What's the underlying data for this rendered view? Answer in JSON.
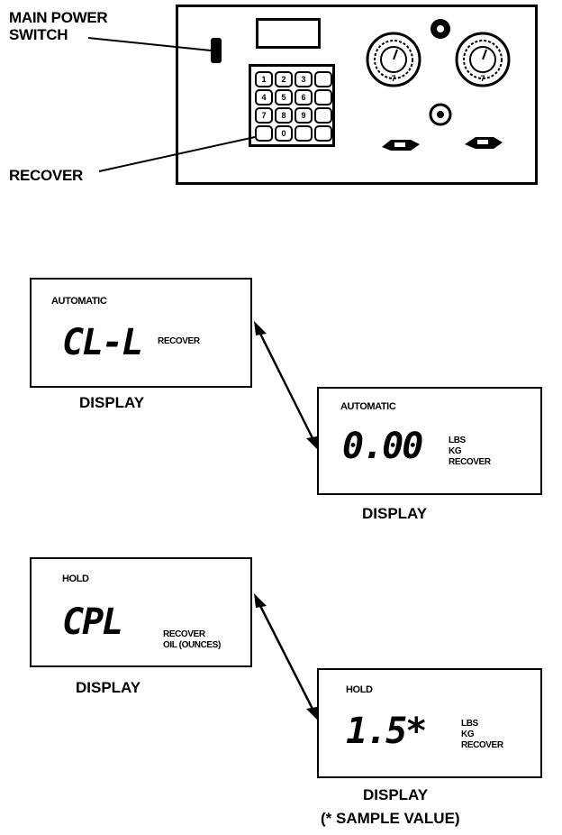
{
  "callouts": {
    "main_power_switch_line1": "MAIN POWER",
    "main_power_switch_line2": "SWITCH",
    "recover": "RECOVER"
  },
  "keypad": {
    "keys": [
      "1",
      "2",
      "3",
      "",
      "4",
      "5",
      "6",
      "",
      "7",
      "8",
      "9",
      "",
      "",
      "0",
      "",
      ""
    ]
  },
  "gauges": [
    {
      "label": "7"
    },
    {
      "label": "7"
    }
  ],
  "displays": [
    {
      "mode": "AUTOMATIC",
      "value": "CL-L",
      "units": [
        "RECOVER"
      ],
      "caption": "DISPLAY"
    },
    {
      "mode": "AUTOMATIC",
      "value": "0.00",
      "units": [
        "LBS",
        "KG",
        "RECOVER"
      ],
      "caption": "DISPLAY"
    },
    {
      "mode": "HOLD",
      "value": "CPL",
      "units": [
        "RECOVER",
        "OIL (OUNCES)"
      ],
      "caption": "DISPLAY"
    },
    {
      "mode": "HOLD",
      "value": "1.5*",
      "units": [
        "LBS",
        "KG",
        "RECOVER"
      ],
      "caption": "DISPLAY",
      "note": "(* SAMPLE VALUE)"
    }
  ]
}
